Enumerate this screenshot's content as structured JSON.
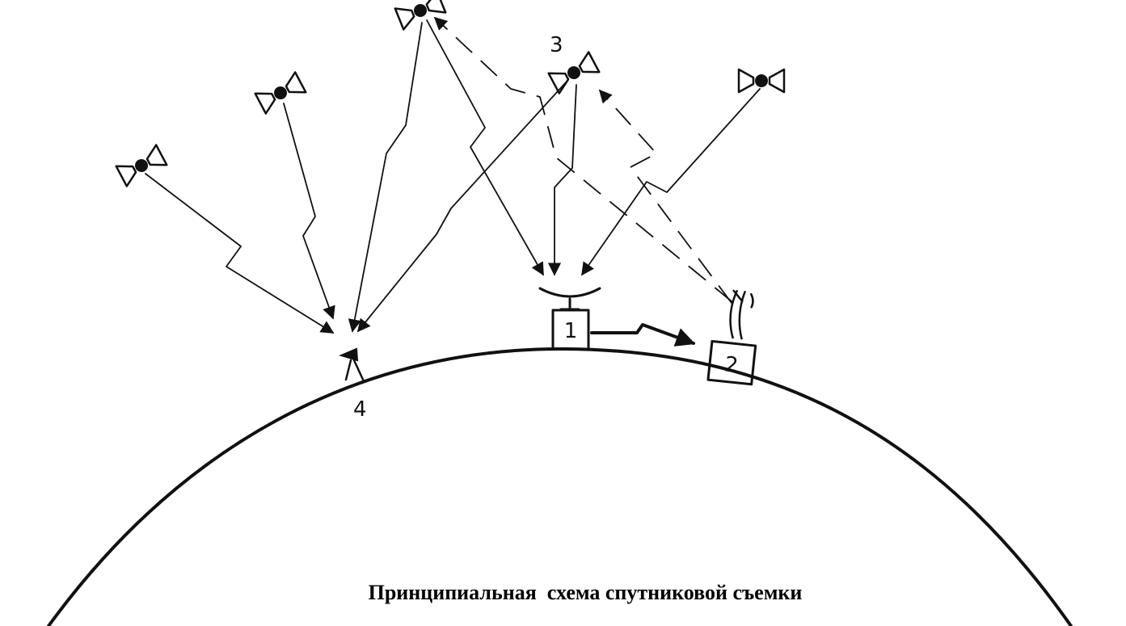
{
  "labels": {
    "satellite_3": "3",
    "receiver_1": "1",
    "station_2": "2",
    "survey_point_4": "4"
  },
  "caption": "Принципиальная  схема спутниковой съемки",
  "icons": {
    "satellite": "satellite-icon",
    "dish_receiver": "dish-antenna-icon",
    "radio_antenna": "radio-antenna-icon",
    "tripod_receiver": "tripod-receiver-icon"
  },
  "colors": {
    "ink": "#111111",
    "background": "#ffffff"
  }
}
